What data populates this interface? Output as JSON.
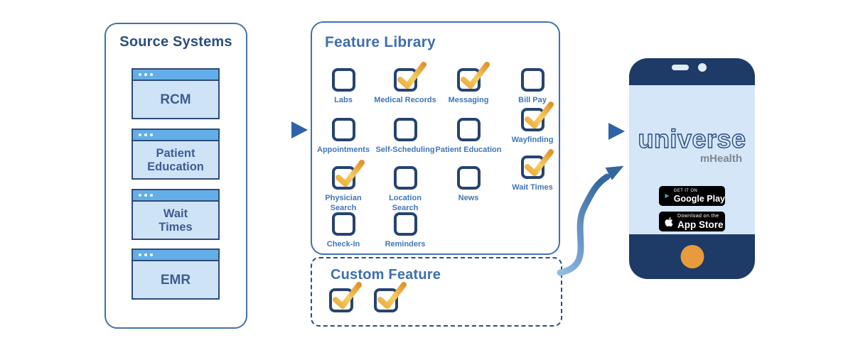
{
  "source_systems": {
    "title": "Source Systems",
    "systems": [
      "RCM",
      "Patient Education",
      "Wait Times",
      "EMR"
    ]
  },
  "feature_library": {
    "title": "Feature Library",
    "features": [
      {
        "label": "Labs",
        "checked": false
      },
      {
        "label": "Medical Records",
        "checked": true
      },
      {
        "label": "Messaging",
        "checked": true
      },
      {
        "label": "Bill Pay",
        "checked": false
      },
      {
        "label": "Appointments",
        "checked": false
      },
      {
        "label": "Self-Scheduling",
        "checked": false
      },
      {
        "label": "Patient Education",
        "checked": false
      },
      {
        "label": "Wayfinding",
        "checked": true
      },
      {
        "label": "Physician Search",
        "checked": true
      },
      {
        "label": "Location Search",
        "checked": false
      },
      {
        "label": "News",
        "checked": false
      },
      {
        "label": "Wait Times",
        "checked": true
      },
      {
        "label": "Check-In",
        "checked": false
      },
      {
        "label": "Reminders",
        "checked": false
      }
    ]
  },
  "custom_feature": {
    "title": "Custom Feature",
    "checkboxes": [
      {
        "checked": true
      },
      {
        "checked": true
      }
    ]
  },
  "phone": {
    "logo_primary": "universe",
    "logo_secondary": "mHealth",
    "google_play_badge": {
      "tagline": "GET IT ON",
      "store": "Google Play"
    },
    "app_store_badge": {
      "tagline": "Download on the",
      "store": "App Store"
    }
  },
  "icons": {
    "check_icon": "✓",
    "window_dots_icon": "•••",
    "arrow_right_icon": "→",
    "curved_arrow_icon": "⤴",
    "play_store_icon": "▶",
    "apple_icon": "",
    "speaker_icon": "▭",
    "camera_icon": "●",
    "home_button_icon": "●"
  },
  "colors": {
    "panel_border_blue": "#4272ad",
    "dark_navy": "#2f4b77",
    "checkbox_navy": "#27436f",
    "window_header_blue": "#63aee8",
    "window_body_blue": "#cfe3f7",
    "title_dark_blue": "#2d4e7e",
    "title_blue": "#3f6fad",
    "label_blue": "#4077b5",
    "check_gold": "#e8a93c",
    "check_gold_light": "#f6d068",
    "arrow_blue": "#34669f",
    "phone_navy": "#1e3a66",
    "phone_screen_blue": "#d4e6f8",
    "home_orange": "#e89b3c",
    "badge_black": "#000000",
    "logo_gray": "#7f868e"
  }
}
